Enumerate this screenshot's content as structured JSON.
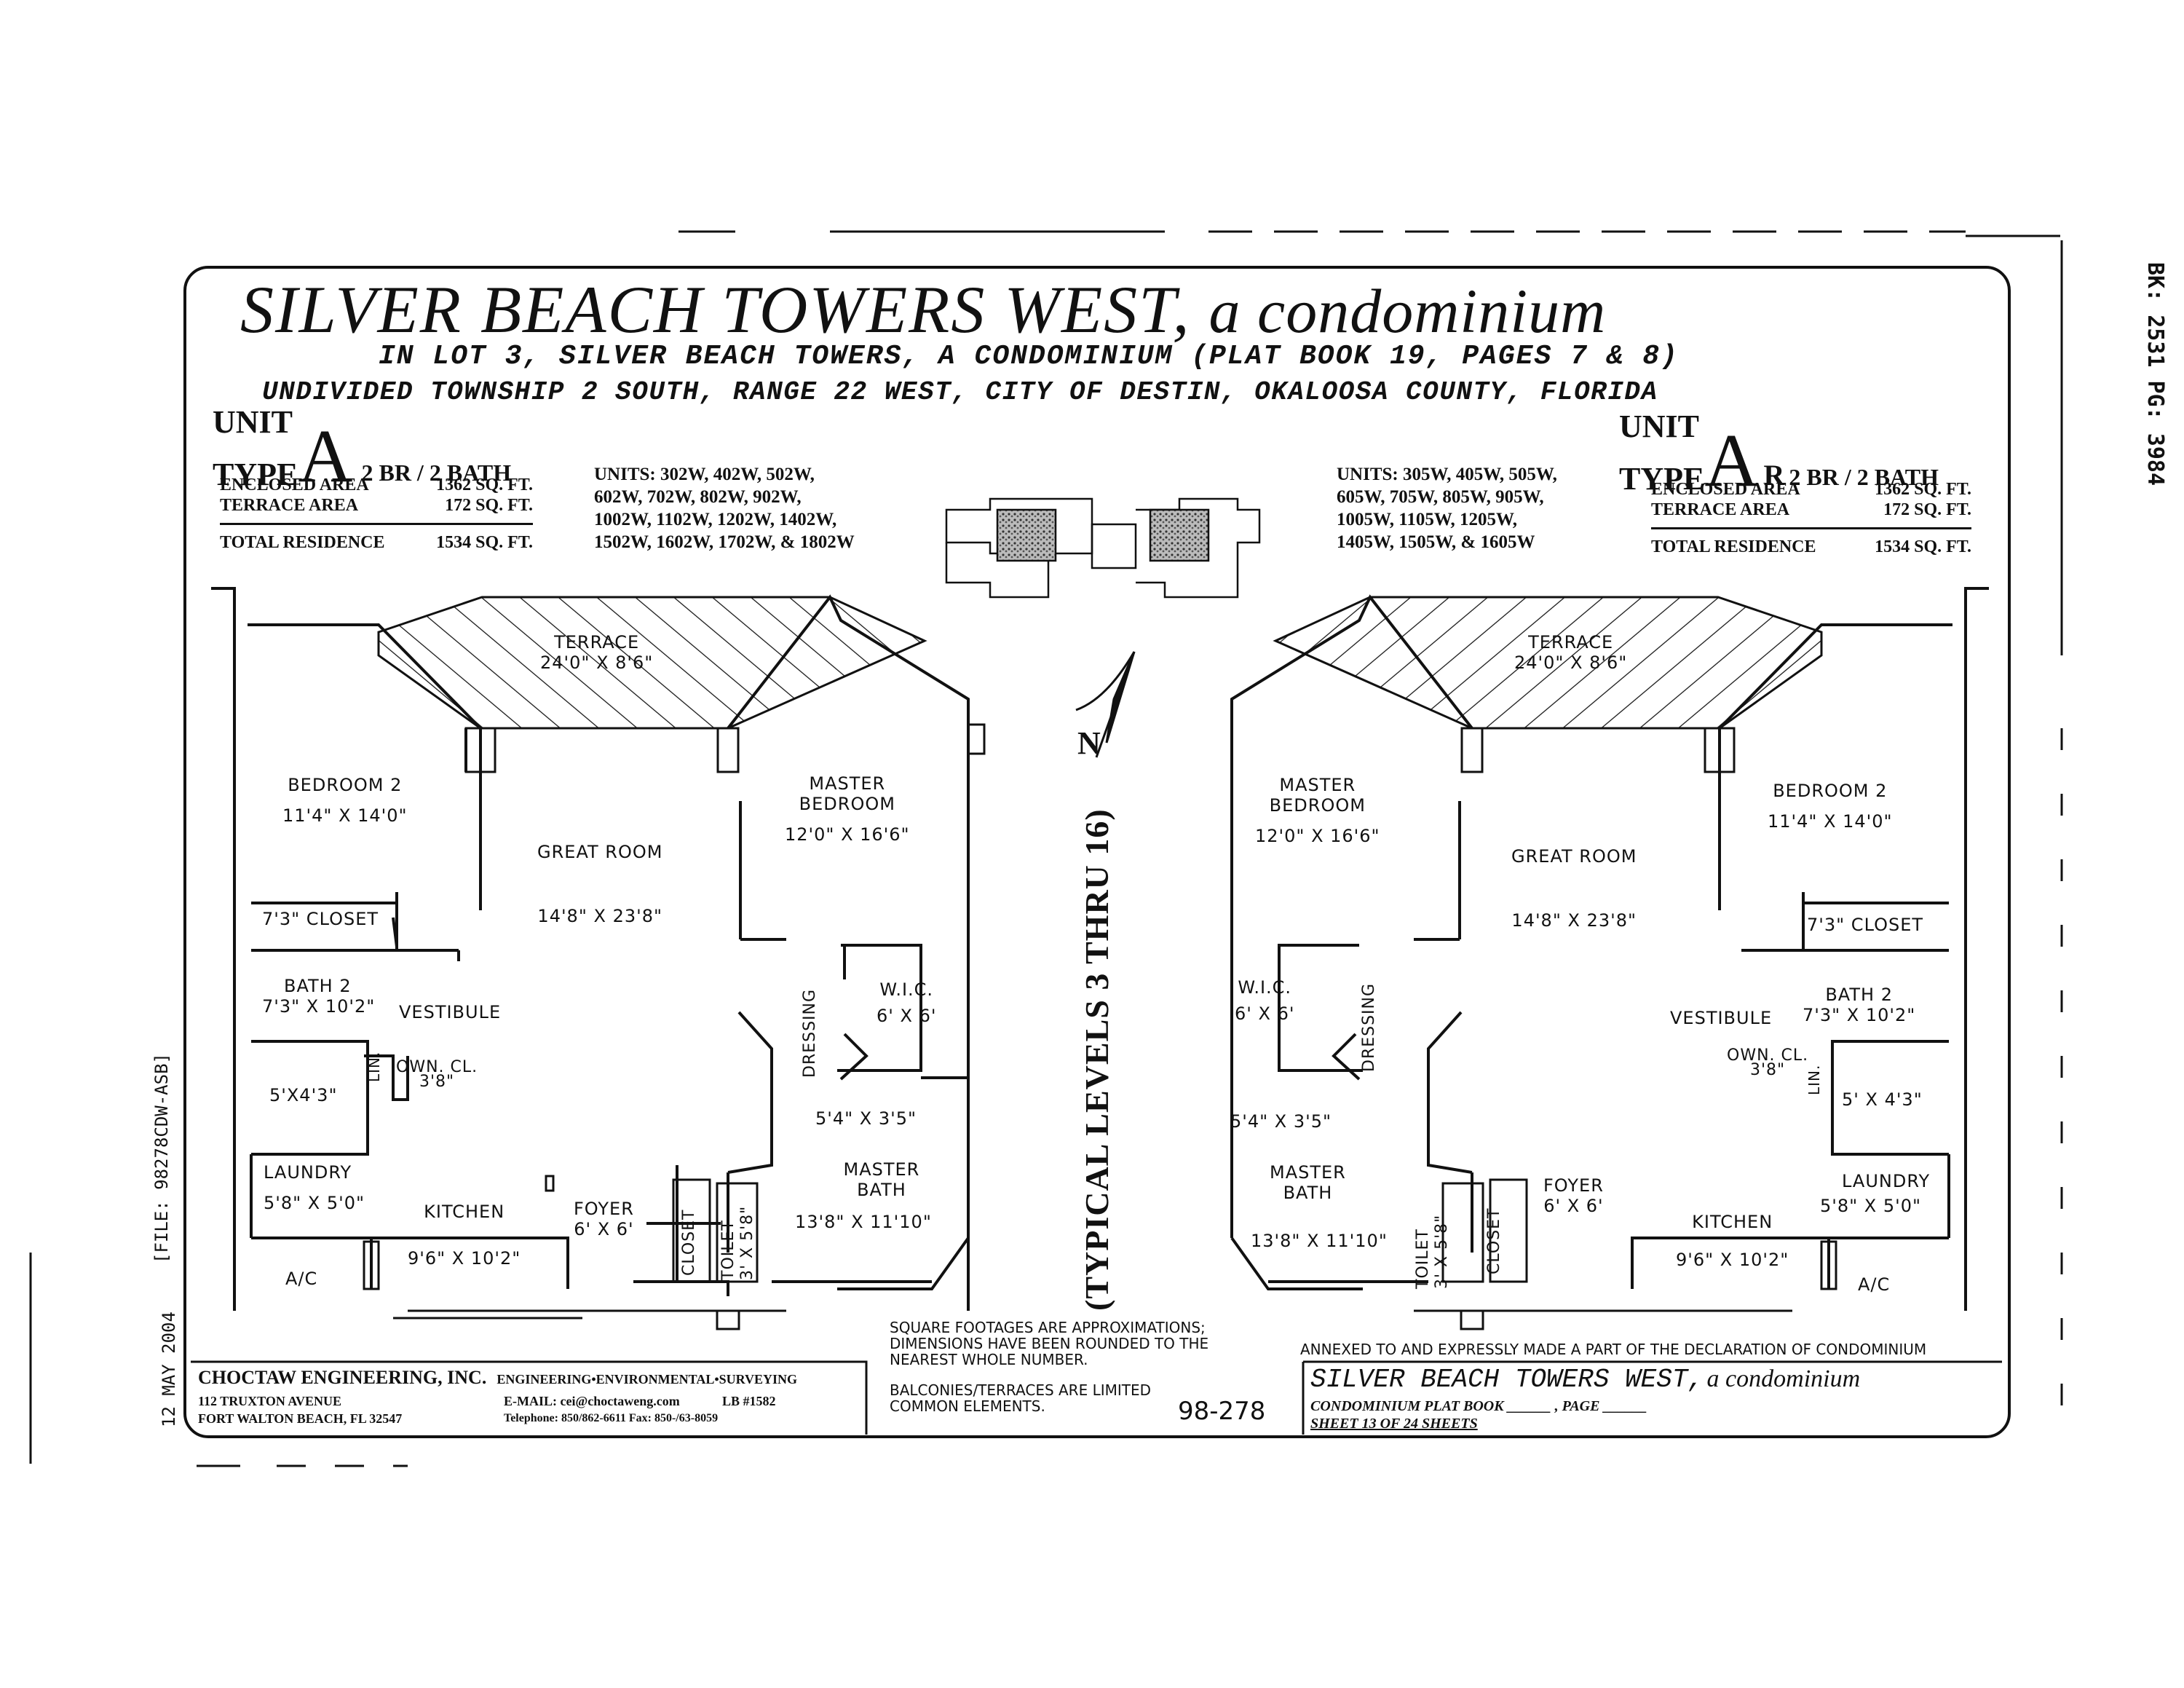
{
  "title": {
    "main": "SILVER BEACH TOWERS WEST,",
    "tail": "a condominium"
  },
  "subtitle_1": "IN LOT 3, SILVER BEACH TOWERS, A CONDOMINIUM (PLAT BOOK 19, PAGES 7 & 8)",
  "subtitle_2": "UNDIVIDED TOWNSHIP 2 SOUTH, RANGE 22 WEST, CITY OF DESTIN, OKALOOSA COUNTY, FLORIDA",
  "margin": {
    "book_page": "BK: 2531 PG: 3984",
    "date": "12 MAY 2004",
    "file": "[FILE: 98278CDW-ASB]"
  },
  "unit_a": {
    "label_1": "UNIT",
    "label_2": "TYPE",
    "letter": "A",
    "suffix": "",
    "beds": "2 BR / 2 BATH",
    "enclosed_label": "ENCLOSED AREA",
    "enclosed_value": "1362 SQ. FT.",
    "terrace_label": "TERRACE AREA",
    "terrace_value": "172 SQ. FT.",
    "total_label": "TOTAL RESIDENCE",
    "total_value": "1534 SQ. FT.",
    "units_lines": [
      "UNITS: 302W, 402W, 502W,",
      "602W, 702W, 802W, 902W,",
      "1002W, 1102W, 1202W, 1402W,",
      "1502W, 1602W, 1702W, & 1802W"
    ]
  },
  "unit_ar": {
    "label_1": "UNIT",
    "label_2": "TYPE",
    "letter": "A",
    "suffix": "R",
    "beds": "2 BR / 2 BATH",
    "enclosed_label": "ENCLOSED AREA",
    "enclosed_value": "1362 SQ. FT.",
    "terrace_label": "TERRACE AREA",
    "terrace_value": "172 SQ. FT.",
    "total_label": "TOTAL RESIDENCE",
    "total_value": "1534 SQ. FT.",
    "units_lines": [
      "UNITS: 305W, 405W, 505W,",
      "605W, 705W, 805W, 905W,",
      "1005W, 1105W, 1205W,",
      "1405W, 1505W, & 1605W"
    ]
  },
  "typical_levels": "(TYPICAL LEVELS 3 THRU 16)",
  "north": "N",
  "plan_left": {
    "terrace": "TERRACE",
    "terrace_dim": "24'0\" X 8'6\"",
    "bedroom2": "BEDROOM 2",
    "bedroom2_dim": "11'4\" X 14'0\"",
    "great_room": "GREAT ROOM",
    "great_room_dim": "14'8\" X 23'8\"",
    "master_bedroom_1": "MASTER",
    "master_bedroom_2": "BEDROOM",
    "master_bedroom_dim": "12'0\" X 16'6\"",
    "closet": "7'3\" CLOSET",
    "bath2": "BATH 2",
    "bath2_dim": "7'3\" X 10'2\"",
    "vestibule": "VESTIBULE",
    "lin": "LIN.",
    "own_cl": "OWN. CL.",
    "own_cl_dim": "3'8\"",
    "small_dim": "5'X4'3\"",
    "wic": "W.I.C.",
    "wic_dim": "6' X 6'",
    "dressing": "DRESSING",
    "dressing_dim": "5'4\" X 3'5\"",
    "laundry": "LAUNDRY",
    "laundry_dim": "5'8\" X 5'0\"",
    "kitchen": "KITCHEN",
    "kitchen_dim": "9'6\" X 10'2\"",
    "foyer": "FOYER",
    "foyer_dim": "6' X 6'",
    "closet2": "CLOSET",
    "toilet": "TOILET",
    "toilet_dim": "3' X 5'8\"",
    "master_bath_1": "MASTER",
    "master_bath_2": "BATH",
    "master_bath_dim": "13'8\" X 11'10\"",
    "ac": "A/C"
  },
  "plan_right": {
    "terrace": "TERRACE",
    "terrace_dim": "24'0\" X 8'6\"",
    "master_bedroom_1": "MASTER",
    "master_bedroom_2": "BEDROOM",
    "master_bedroom_dim": "12'0\" X 16'6\"",
    "great_room": "GREAT ROOM",
    "great_room_dim": "14'8\" X 23'8\"",
    "bedroom2": "BEDROOM 2",
    "bedroom2_dim": "11'4\" X 14'0\"",
    "closet": "7'3\" CLOSET",
    "wic": "W.I.C.",
    "wic_dim": "6' X 6'",
    "dressing": "DRESSING",
    "vestibule": "VESTIBULE",
    "bath2": "BATH 2",
    "bath2_dim": "7'3\" X 10'2\"",
    "own_cl": "OWN. CL.",
    "own_cl_dim": "3'8\"",
    "lin": "LIN.",
    "small_dim": "5' X 4'3\"",
    "dressing_dim": "5'4\" X 3'5\"",
    "master_bath_1": "MASTER",
    "master_bath_2": "BATH",
    "master_bath_dim": "13'8\" X 11'10\"",
    "foyer": "FOYER",
    "foyer_dim": "6' X 6'",
    "toilet": "TOILET",
    "toilet_dim": "3' X 5'8\"",
    "closet2": "CLOSET",
    "kitchen": "KITCHEN",
    "kitchen_dim": "9'6\" X 10'2\"",
    "laundry": "LAUNDRY",
    "laundry_dim": "5'8\" X 5'0\"",
    "ac": "A/C"
  },
  "footer": {
    "company": "CHOCTAW ENGINEERING, INC.",
    "services": "ENGINEERING•ENVIRONMENTAL•SURVEYING",
    "address_1": "112 TRUXTON AVENUE",
    "address_2": "FORT WALTON BEACH, FL 32547",
    "email": "E-MAIL: cei@choctaweng.com",
    "lb": "LB #1582",
    "phone": "Telephone: 850/862-6611  Fax: 850-/63-8059",
    "note_1": "SQUARE FOOTAGES ARE APPROXIMATIONS;",
    "note_2": "DIMENSIONS HAVE BEEN ROUNDED TO THE",
    "note_3": "NEAREST WHOLE NUMBER.",
    "note_4": "BALCONIES/TERRACES ARE LIMITED",
    "note_5": "COMMON ELEMENTS.",
    "drawing_no": "98-278",
    "annexed": "ANNEXED TO AND EXPRESSLY MADE A PART OF THE DECLARATION OF CONDOMINIUM",
    "sheet_title": "SILVER BEACH TOWERS WEST,",
    "sheet_title_tail": "a condominium",
    "plat_book": "CONDOMINIUM PLAT BOOK ______ , PAGE ______",
    "sheet": "SHEET 13 OF 24 SHEETS"
  }
}
